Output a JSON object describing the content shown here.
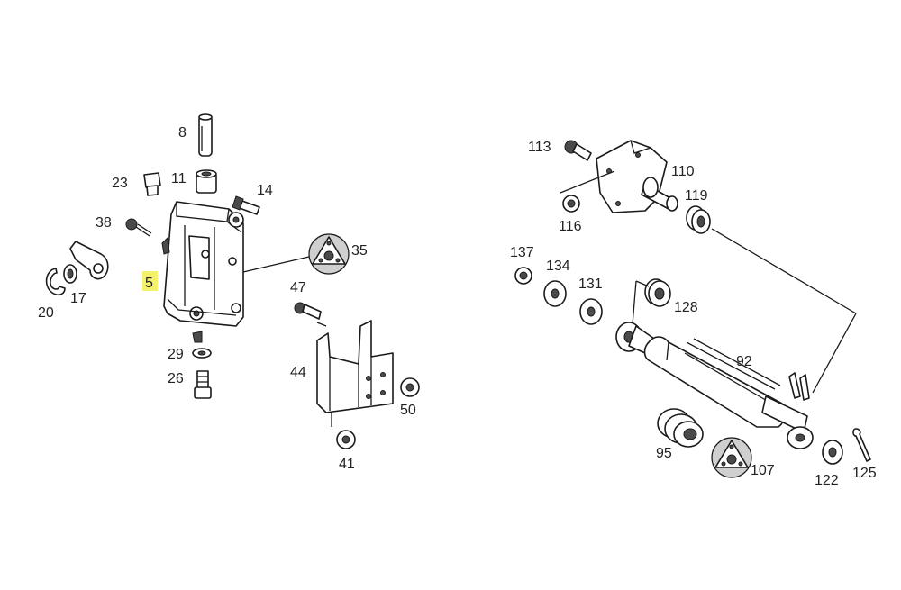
{
  "highlight_color": "#f4f16a",
  "labels": {
    "p8": "8",
    "p11": "11",
    "p23": "23",
    "p14": "14",
    "p38": "38",
    "p35": "35",
    "p5": "5",
    "p20": "20",
    "p17": "17",
    "p47": "47",
    "p29": "29",
    "p26": "26",
    "p44": "44",
    "p50": "50",
    "p41": "41",
    "p113": "113",
    "p110": "110",
    "p119": "119",
    "p116": "116",
    "p137": "137",
    "p134": "134",
    "p131": "131",
    "p128": "128",
    "p92": "92",
    "p95": "95",
    "p107": "107",
    "p122": "122",
    "p125": "125"
  }
}
